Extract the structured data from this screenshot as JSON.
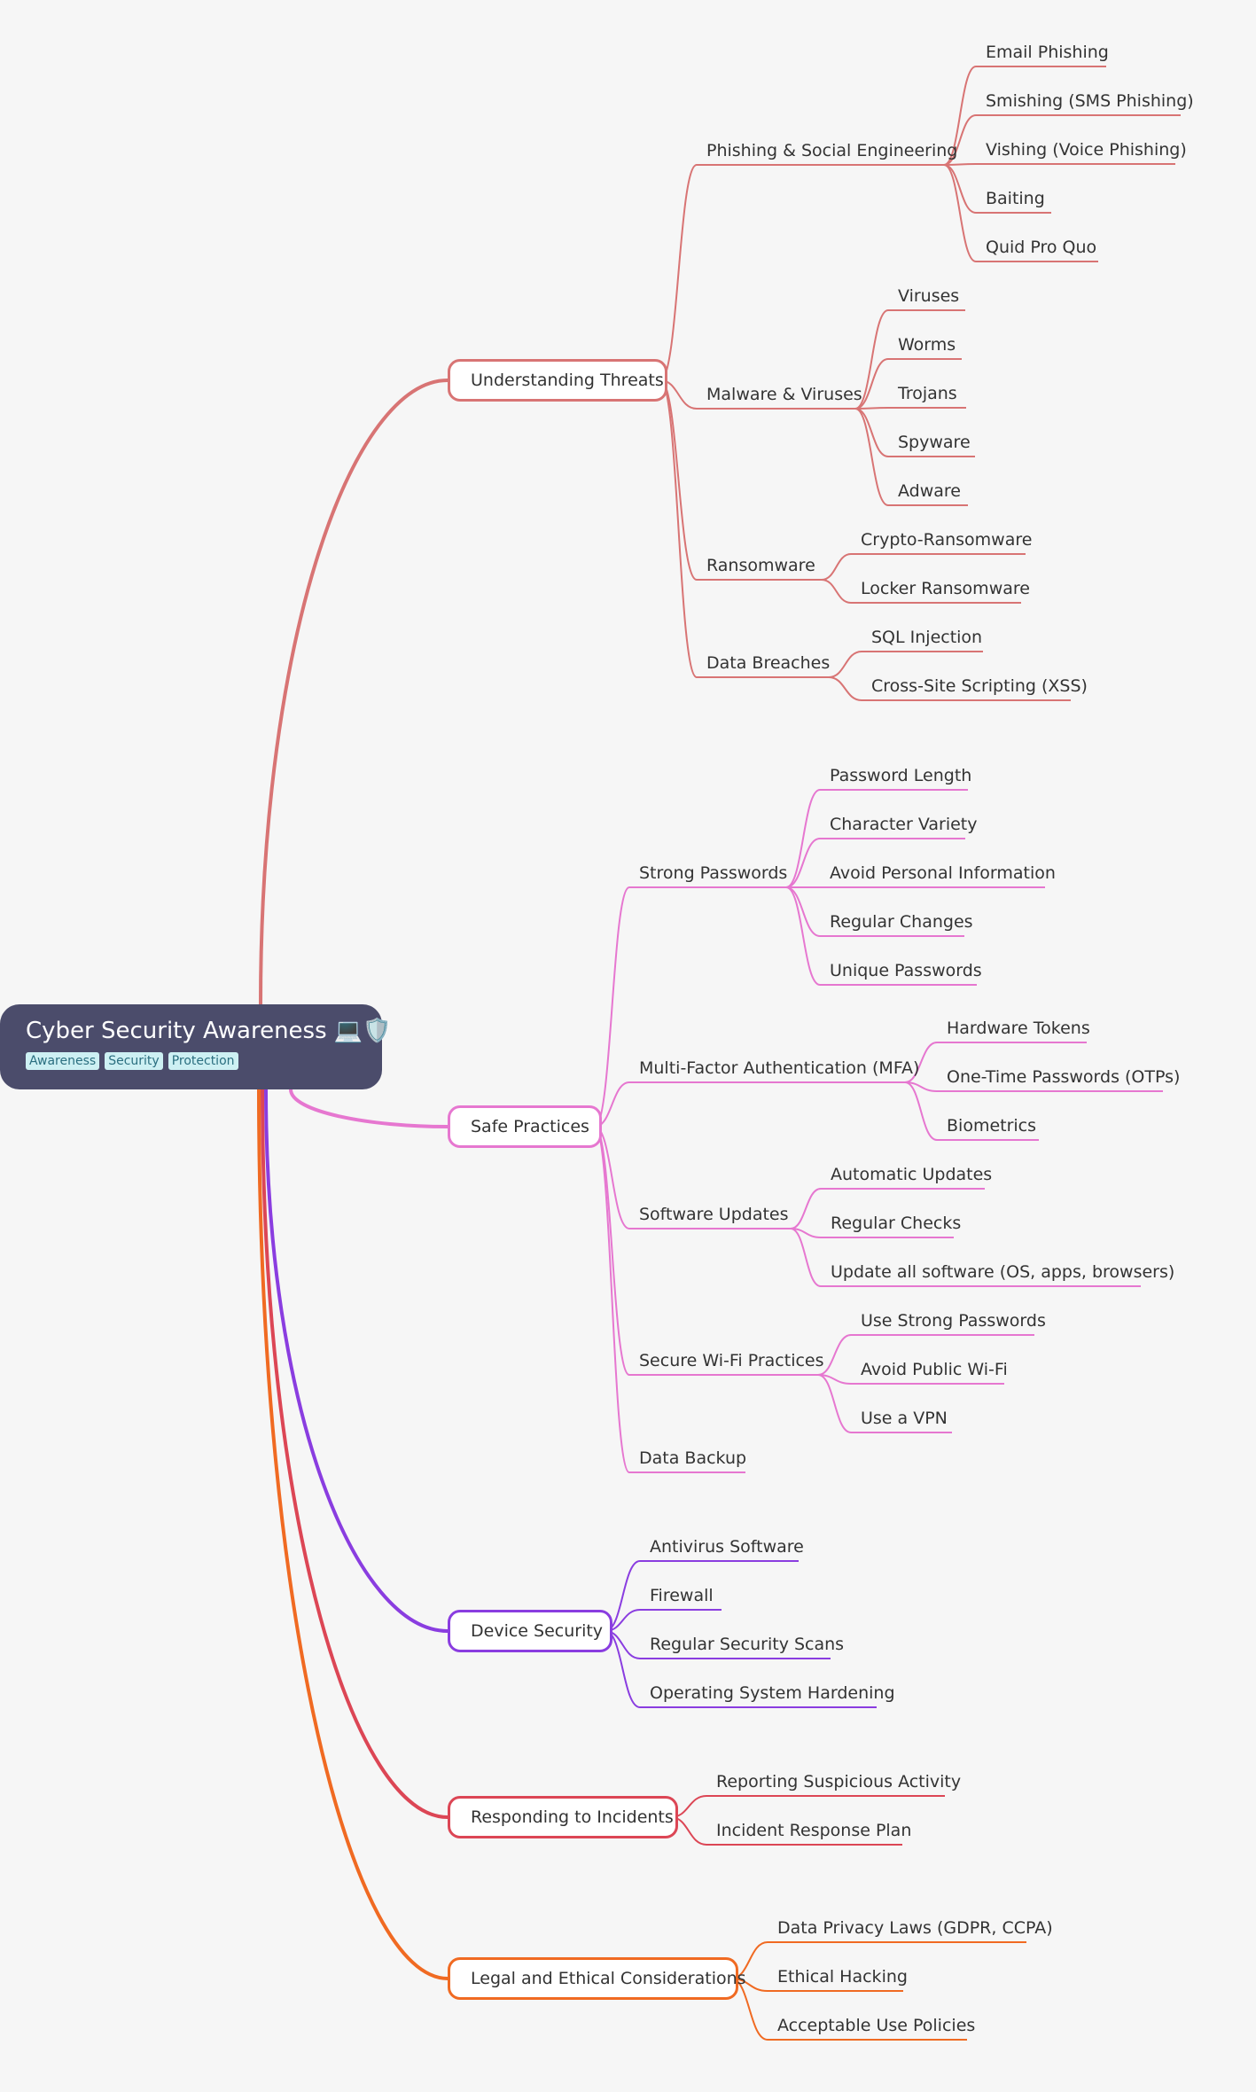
{
  "root": {
    "title": "Cyber Security Awareness 💻🛡️",
    "tags": [
      "Awareness",
      "Security",
      "Protection"
    ]
  },
  "branches": [
    {
      "label": "Understanding Threats",
      "color": "#d87474",
      "children": [
        {
          "label": "Phishing & Social Engineering",
          "children": [
            "Email Phishing",
            "Smishing (SMS Phishing)",
            "Vishing (Voice Phishing)",
            "Baiting",
            "Quid Pro Quo"
          ]
        },
        {
          "label": "Malware & Viruses",
          "children": [
            "Viruses",
            "Worms",
            "Trojans",
            "Spyware",
            "Adware"
          ]
        },
        {
          "label": "Ransomware",
          "children": [
            "Crypto-Ransomware",
            "Locker Ransomware"
          ]
        },
        {
          "label": "Data Breaches",
          "children": [
            "SQL Injection",
            "Cross-Site Scripting (XSS)"
          ]
        }
      ]
    },
    {
      "label": "Safe Practices",
      "color": "#e677d0",
      "children": [
        {
          "label": "Strong Passwords",
          "children": [
            "Password Length",
            "Character Variety",
            "Avoid Personal Information",
            "Regular Changes",
            "Unique Passwords"
          ]
        },
        {
          "label": "Multi-Factor Authentication (MFA)",
          "children": [
            "Hardware Tokens",
            "One-Time Passwords (OTPs)",
            "Biometrics"
          ]
        },
        {
          "label": "Software Updates",
          "children": [
            "Automatic Updates",
            "Regular Checks",
            "Update all software (OS, apps, browsers)"
          ]
        },
        {
          "label": "Secure Wi-Fi Practices",
          "children": [
            "Use Strong Passwords",
            "Avoid Public Wi-Fi",
            "Use a VPN"
          ]
        },
        {
          "label": "Data Backup",
          "children": []
        }
      ]
    },
    {
      "label": "Device Security",
      "color": "#8a3de0",
      "children": [
        {
          "label": "Antivirus Software",
          "children": []
        },
        {
          "label": "Firewall",
          "children": []
        },
        {
          "label": "Regular Security Scans",
          "children": []
        },
        {
          "label": "Operating System Hardening",
          "children": []
        }
      ]
    },
    {
      "label": "Responding to Incidents",
      "color": "#dc4655",
      "children": [
        {
          "label": "Reporting Suspicious Activity",
          "children": []
        },
        {
          "label": "Incident Response Plan",
          "children": []
        }
      ]
    },
    {
      "label": "Legal and Ethical Considerations",
      "color": "#f06a22",
      "children": [
        {
          "label": "Data Privacy Laws (GDPR, CCPA)",
          "children": []
        },
        {
          "label": "Ethical Hacking",
          "children": []
        },
        {
          "label": "Acceptable Use Policies",
          "children": []
        }
      ]
    }
  ]
}
